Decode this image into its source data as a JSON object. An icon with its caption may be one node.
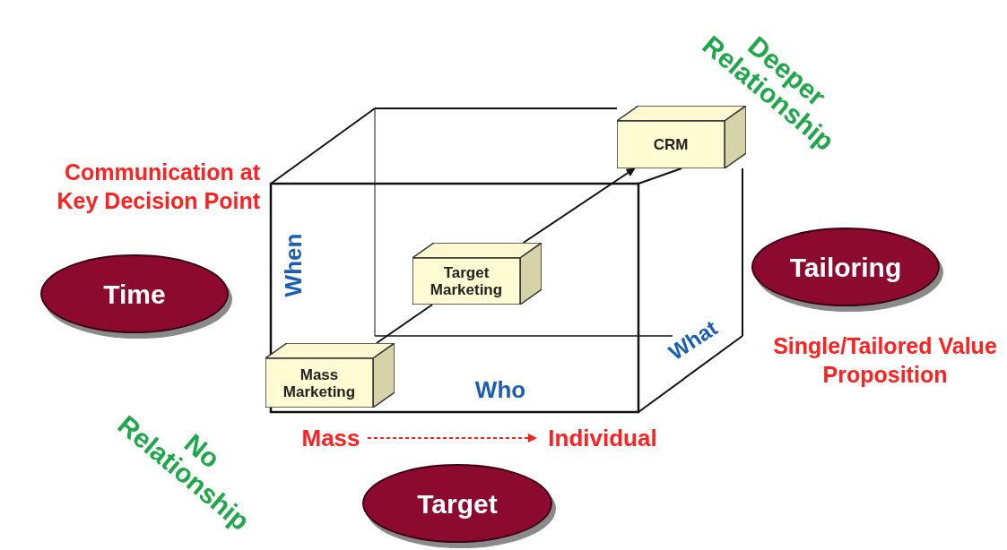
{
  "diagram": {
    "nodes": [
      {
        "text": [
          "Mass Marketing"
        ]
      },
      {
        "text": [
          "Target Marketing"
        ]
      },
      {
        "text": [
          "CRM"
        ]
      },
      {
        "text": [
          "Time"
        ]
      },
      {
        "text": [
          "Tailoring"
        ]
      },
      {
        "text": [
          "Target"
        ]
      },
      {
        "text": [
          "Mass"
        ]
      },
      {
        "text": [
          "Individual"
        ]
      }
    ],
    "edges": [
      {
        "from": 0,
        "to": 1,
        "arrow": "none"
      },
      {
        "from": 1,
        "to": 2,
        "arrow": "to"
      },
      {
        "from": 6,
        "to": 7,
        "arrow": "to",
        "style": "dashed",
        "color": "#ff2020"
      }
    ],
    "labels": [
      "Deeper Relationship",
      "Communication at Key Decision Point",
      "When",
      "What",
      "Who",
      "Single/Tailored Value Proposition",
      "No Relationship"
    ]
  }
}
